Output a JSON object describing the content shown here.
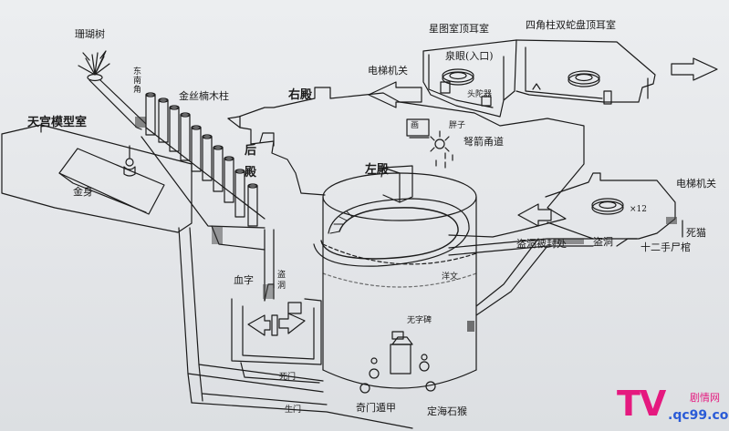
{
  "labels": {
    "shanhu_tree": "珊瑚树",
    "southeast_corner": "东南角",
    "gold_nanmu_pillars": "金丝楠木柱",
    "right_hall": "右殿",
    "left_hall": "左殿",
    "rear_hall": "后殿",
    "heaven_palace_model_room": "天宫模型室",
    "golden_body": "金身",
    "star_chart_coffin_room": "星图室顶耳室",
    "four_pillar_snake_coffin_room": "四角柱双蛇盘顶耳室",
    "spring_eye_entrance": "泉眼(入口)",
    "elevator_mechanism_left": "电梯机关",
    "elevator_mechanism_right": "电梯机关",
    "tou_tuo": "头陀器",
    "mural": "画",
    "fatty": "胖子",
    "crossbow_passage": "弩箭甬道",
    "tomb_robber_seal": "盗洞被封处",
    "tomb_tunnel_right": "盗洞",
    "dead_cat": "死猫",
    "twelve_hand_coffin": "十二手尸棺",
    "x12": "×12",
    "blood_word": "血字",
    "tomb_tunnel_left": "盗洞",
    "ocean_cave": "洋文",
    "wordless_stele": "无字碑",
    "dead_door": "死门",
    "live_door": "生门",
    "strange_door_passage": "奇门遁甲",
    "sea_monkeys": "定海石猴"
  },
  "watermark": {
    "tv": "TV",
    "brand": "剧情网",
    "domain": ".qc99.com"
  },
  "colors": {
    "ink": "#1b1b1b",
    "paper": "#e6e8ea",
    "watermark_pink": "#e5197f",
    "watermark_blue": "#2a5bd7"
  }
}
